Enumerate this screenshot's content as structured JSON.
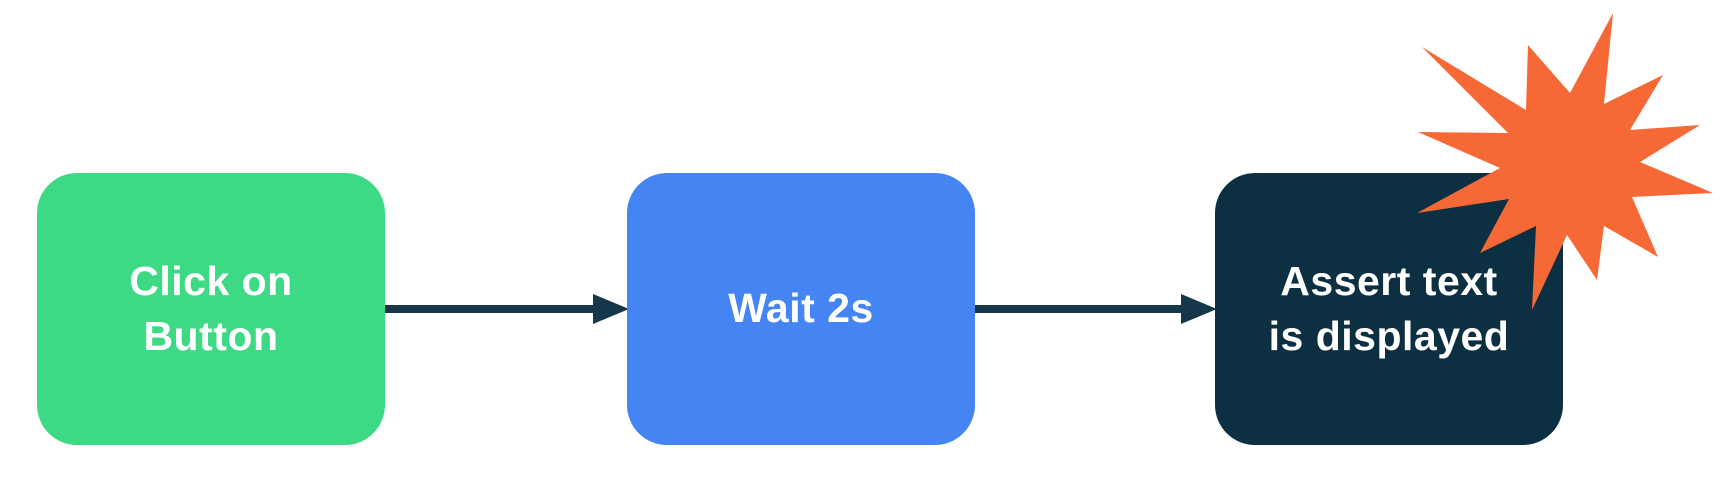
{
  "diagram": {
    "background_color": "#ffffff",
    "connector_color": "#14374a",
    "nodes": [
      {
        "id": "click-on-button",
        "label": "Click on\nButton",
        "fill": "#3ed984",
        "text_color": "#ffffff"
      },
      {
        "id": "wait-2s",
        "label": "Wait 2s",
        "fill": "#4485f3",
        "text_color": "#ffffff"
      },
      {
        "id": "assert-text-is-displayed",
        "label": "Assert text\nis displayed",
        "fill": "#0c3041",
        "text_color": "#ffffff"
      }
    ],
    "connectors": [
      {
        "from": "click-on-button",
        "to": "wait-2s"
      },
      {
        "from": "wait-2s",
        "to": "assert-text-is-displayed"
      }
    ],
    "decorations": [
      {
        "type": "explosion-starburst",
        "color": "#f66937"
      }
    ]
  }
}
